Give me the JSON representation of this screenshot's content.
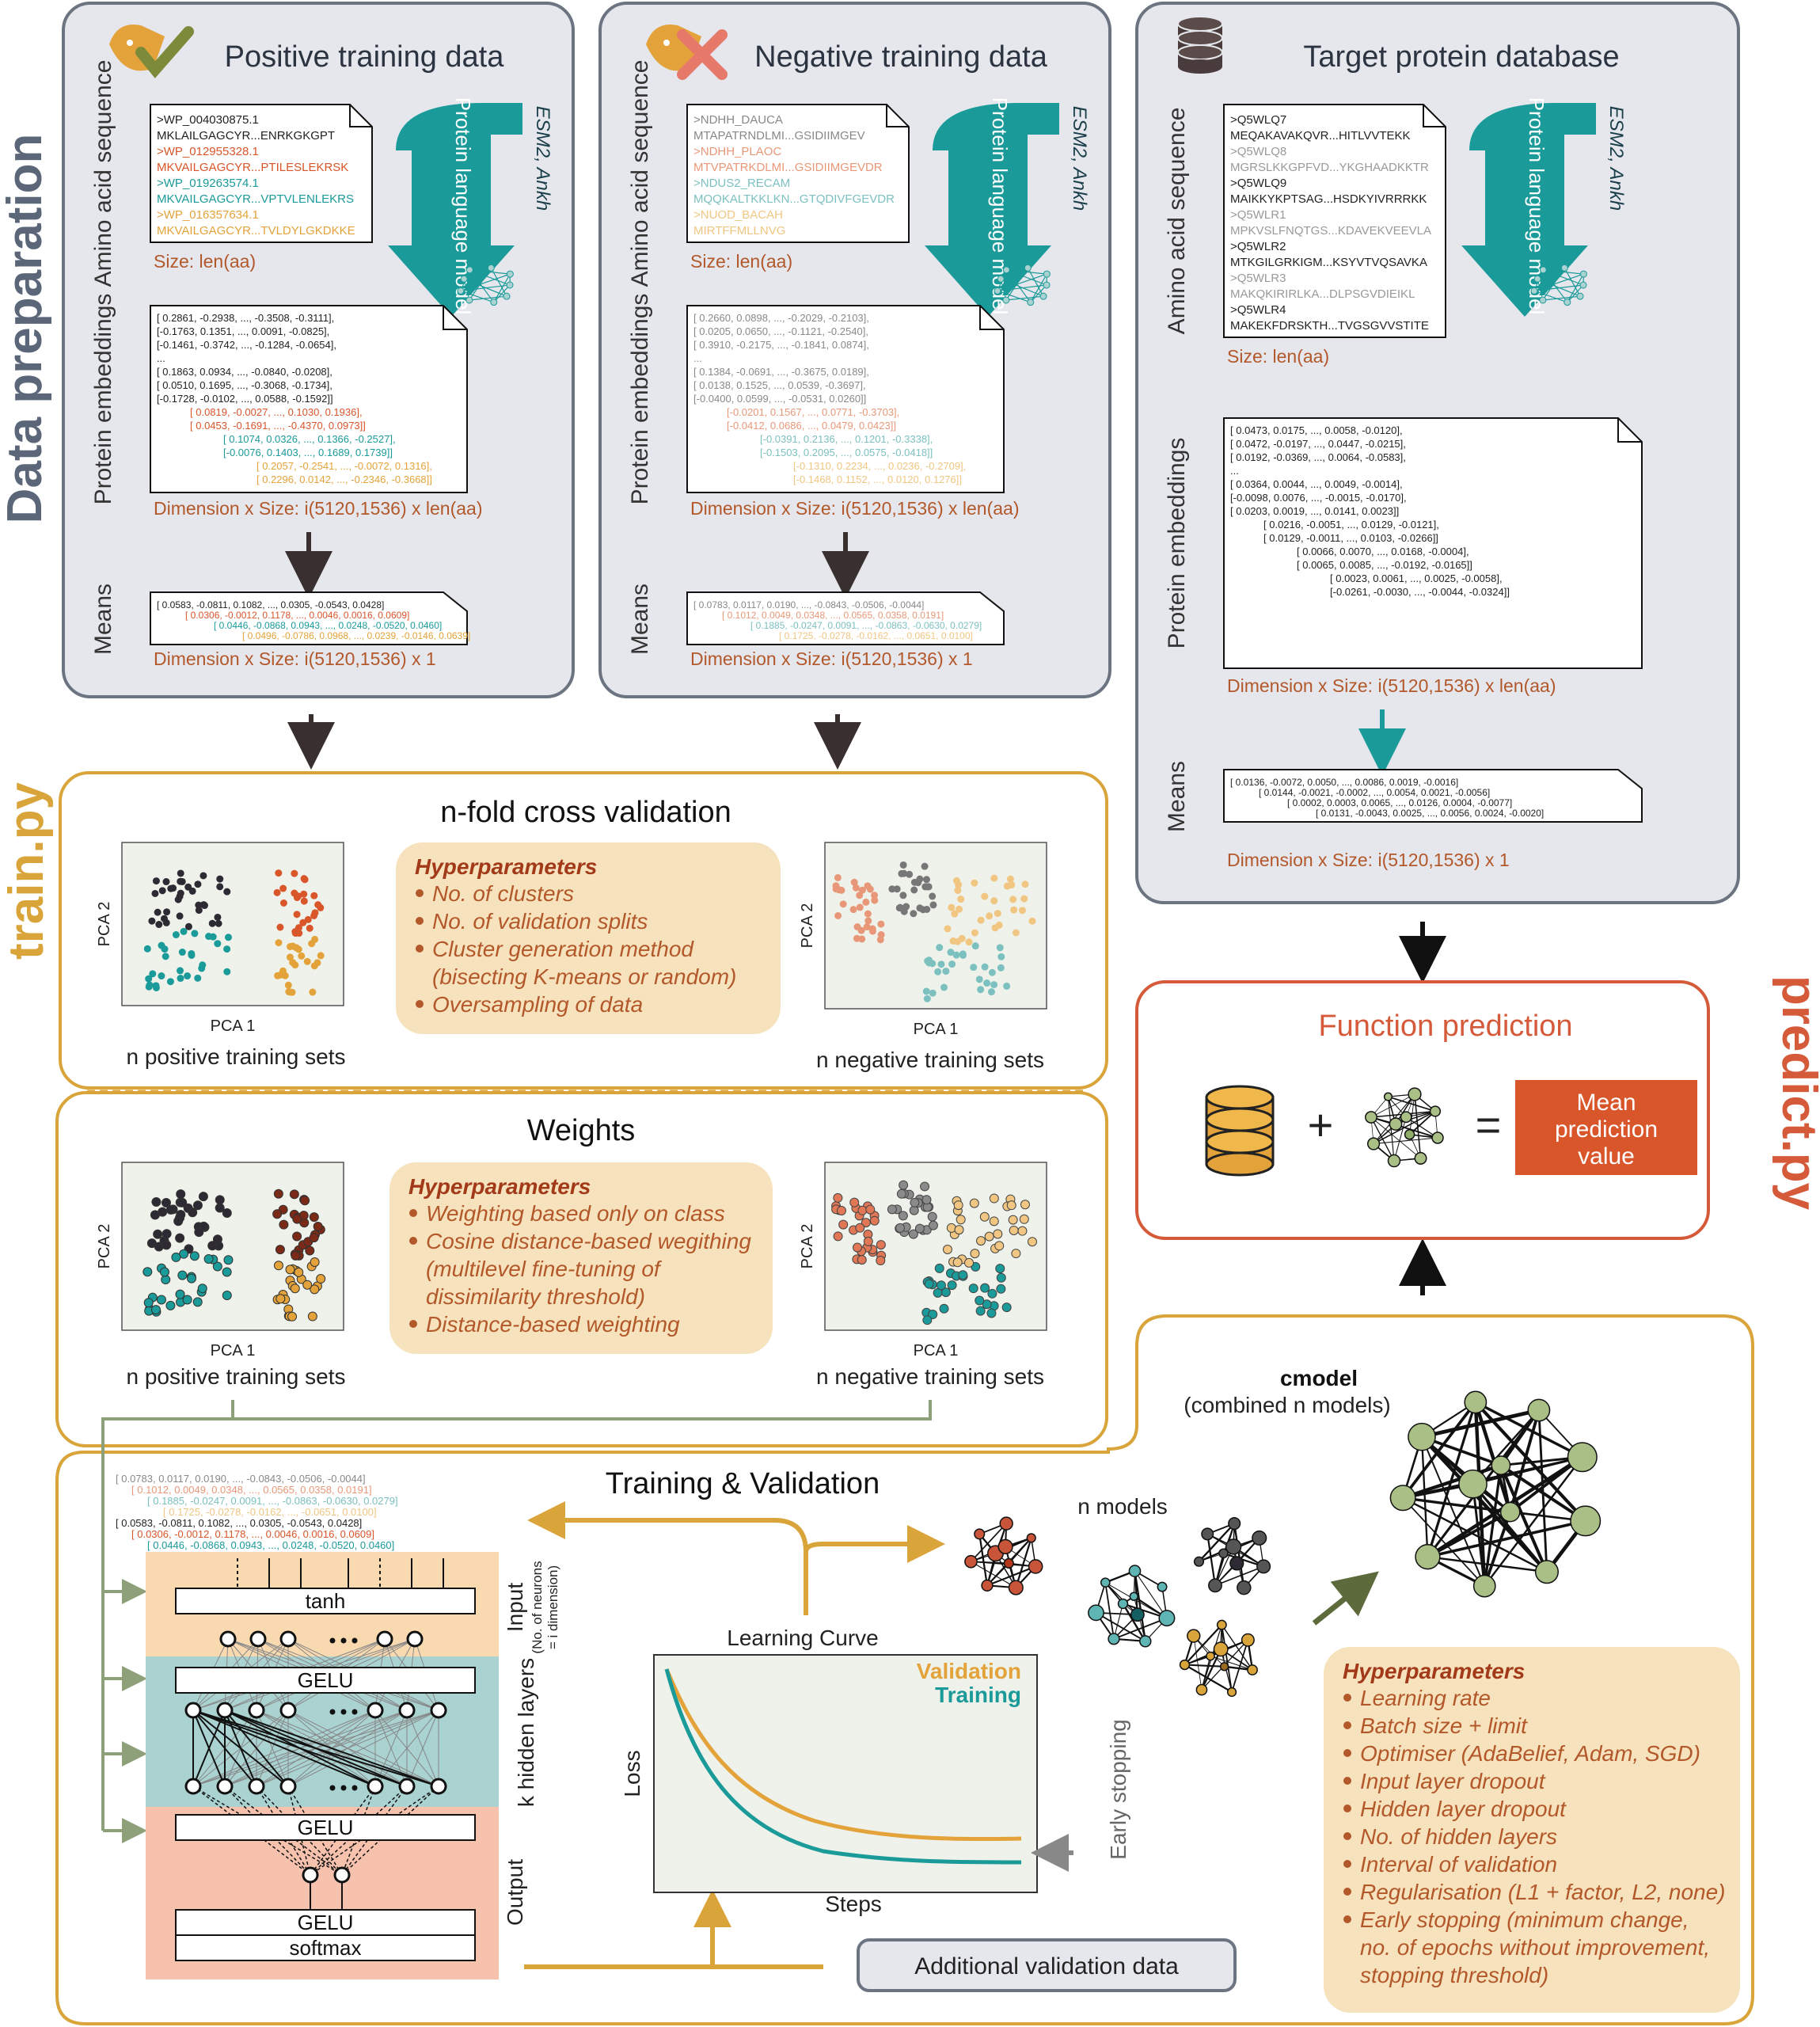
{
  "side_labels": {
    "data_prep": "Data preparation",
    "train": "train.py",
    "predict": "predict.py"
  },
  "panels": {
    "positive": {
      "title": "Positive training data",
      "row_seq": "Amino acid sequence",
      "row_emb": "Protein embeddings",
      "row_means": "Means",
      "size": "Size: len(aa)",
      "dim_emb": "Dimension x Size: i(5120,1536) x len(aa)",
      "dim_means": "Dimension x Size: i(5120,1536) x 1",
      "plm": "Protein language model",
      "plm_names": "ESM2, Ankh",
      "seqs": [
        {
          "t": ">WP_004030875.1",
          "c": "#222"
        },
        {
          "t": "MKLAILGAGCYR...ENRKGKGPT",
          "c": "#222"
        },
        {
          "t": ">WP_012955328.1",
          "c": "#d9552a"
        },
        {
          "t": "MKVAILGAGCYR...PTILESLEKRSK",
          "c": "#d9552a"
        },
        {
          "t": ">WP_019263574.1",
          "c": "#1a9a99"
        },
        {
          "t": "MKVAILGAGCYR...VPTVLENLEKRS",
          "c": "#1a9a99"
        },
        {
          "t": ">WP_016357634.1",
          "c": "#e3a33a"
        },
        {
          "t": "MKVAILGAGCYR...TVLDYLGKDKKE",
          "c": "#e3a33a"
        }
      ],
      "emb": [
        {
          "t": "[ 0.2861, -0.2938, ..., -0.3508, -0.3111],",
          "c": "#222",
          "i": 0
        },
        {
          "t": "[-0.1763, 0.1351, ..., 0.0091, -0.0825],",
          "c": "#222",
          "i": 0
        },
        {
          "t": "[-0.1461, -0.3742, ..., -0.1284, -0.0654],",
          "c": "#222",
          "i": 0
        },
        {
          "t": "...",
          "c": "#222",
          "i": 0
        },
        {
          "t": "[ 0.1863, 0.0934, ..., -0.0840, -0.0208],",
          "c": "#222",
          "i": 0
        },
        {
          "t": "[ 0.0510, 0.1695, ..., -0.3068, -0.1734],",
          "c": "#222",
          "i": 0
        },
        {
          "t": "[-0.1728, -0.0102, ..., 0.0588, -0.1592]]",
          "c": "#222",
          "i": 0
        },
        {
          "t": "[ 0.0819, -0.0027, ..., 0.1030, 0.1936],",
          "c": "#d9552a",
          "i": 1
        },
        {
          "t": "[ 0.0453, -0.1691, ..., -0.4370, 0.0973]]",
          "c": "#d9552a",
          "i": 1
        },
        {
          "t": "[ 0.1074, 0.0326, ..., 0.1366, -0.2527],",
          "c": "#1a9a99",
          "i": 2
        },
        {
          "t": "[-0.0076, 0.1403, ..., 0.1689, 0.1739]]",
          "c": "#1a9a99",
          "i": 2
        },
        {
          "t": "[ 0.2057, -0.2541, ..., -0.0072, 0.1316],",
          "c": "#e3a33a",
          "i": 3
        },
        {
          "t": "[ 0.2296, 0.0142, ..., -0.2346, -0.3668]]",
          "c": "#e3a33a",
          "i": 3
        }
      ],
      "means": [
        {
          "t": "[ 0.0583, -0.0811, 0.1082, ..., 0.0305, -0.0543, 0.0428]",
          "c": "#222",
          "i": 0
        },
        {
          "t": "[ 0.0306, -0.0012, 0.1178, ..., 0.0046, 0.0016, 0.0609]",
          "c": "#d9552a",
          "i": 1
        },
        {
          "t": "[ 0.0446, -0.0868, 0.0943, ..., 0.0248, -0.0520, 0.0460]",
          "c": "#1a9a99",
          "i": 2
        },
        {
          "t": "[ 0.0496, -0.0786, 0.0968, ..., 0.0239, -0.0146, 0.0639]",
          "c": "#e3a33a",
          "i": 3
        }
      ]
    },
    "negative": {
      "title": "Negative training data",
      "row_seq": "Amino acid sequence",
      "row_emb": "Protein embeddings",
      "row_means": "Means",
      "size": "Size: len(aa)",
      "dim_emb": "Dimension x Size: i(5120,1536) x len(aa)",
      "dim_means": "Dimension x Size: i(5120,1536) x 1",
      "plm": "Protein language model",
      "plm_names": "ESM2, Ankh",
      "seqs": [
        {
          "t": ">NDHH_DAUCA",
          "c": "#888"
        },
        {
          "t": "MTAPATRNDLMI...GSIDIIMGEV",
          "c": "#888"
        },
        {
          "t": ">NDHH_PLAOC",
          "c": "#e89878"
        },
        {
          "t": "MTVPATRKDLMI...GSIDIIMGEVDR",
          "c": "#e89878"
        },
        {
          "t": ">NDUS2_RECAM",
          "c": "#7cc0c0"
        },
        {
          "t": "MQQKALTKKLKN...GTQDIVFGEVDR",
          "c": "#7cc0c0"
        },
        {
          "t": ">NUOD_BACAH",
          "c": "#f0c682"
        },
        {
          "t": "MIRTFFMLLNVG",
          "c": "#f0c682"
        }
      ],
      "emb": [
        {
          "t": "[ 0.2660, 0.0898, ..., -0.2029, -0.2103],",
          "c": "#888",
          "i": 0
        },
        {
          "t": "[ 0.0205, 0.0650, ..., -0.1121, -0.2540],",
          "c": "#888",
          "i": 0
        },
        {
          "t": "[ 0.3910, -0.2175, ..., -0.1841, 0.0874],",
          "c": "#888",
          "i": 0
        },
        {
          "t": "...",
          "c": "#888",
          "i": 0
        },
        {
          "t": "[ 0.1384, -0.0691, ..., -0.3675, 0.0189],",
          "c": "#888",
          "i": 0
        },
        {
          "t": "[ 0.0138, 0.1525, ..., 0.0539, -0.3697],",
          "c": "#888",
          "i": 0
        },
        {
          "t": "[-0.0400, 0.0599, ..., -0.0531, 0.0260]]",
          "c": "#888",
          "i": 0
        },
        {
          "t": "[-0.0201, 0.1567, ..., 0.0771, -0.3703],",
          "c": "#e89878",
          "i": 1
        },
        {
          "t": "[-0.0412, 0.0686, ..., 0.0479, 0.0423]]",
          "c": "#e89878",
          "i": 1
        },
        {
          "t": "[-0.0391, 0.2136, ..., 0.1201, -0.3338],",
          "c": "#7cc0c0",
          "i": 2
        },
        {
          "t": "[-0.1503, 0.2095, ..., 0.0575, -0.0418]]",
          "c": "#7cc0c0",
          "i": 2
        },
        {
          "t": "[-0.1310, 0.2234, ..., 0.0236, -0.2709],",
          "c": "#f0c682",
          "i": 3
        },
        {
          "t": "[-0.1468, 0.1152, ..., 0.0120, 0.1276]]",
          "c": "#f0c682",
          "i": 3
        }
      ],
      "means": [
        {
          "t": "[ 0.0783, 0.0117, 0.0190, ..., -0.0843, -0.0506, -0.0044]",
          "c": "#888",
          "i": 0
        },
        {
          "t": "[ 0.1012, 0.0049, 0.0348, ..., 0.0565, 0.0358, 0.0191]",
          "c": "#e89878",
          "i": 1
        },
        {
          "t": "[ 0.1885, -0.0247, 0.0091, ..., -0.0863, -0.0630, 0.0279]",
          "c": "#7cc0c0",
          "i": 2
        },
        {
          "t": "[ 0.1725, -0.0278, -0.0162, ..., 0.0651, 0.0100]",
          "c": "#f0c682",
          "i": 3
        }
      ]
    },
    "target": {
      "title": "Target protein database",
      "row_seq": "Amino acid sequence",
      "row_emb": "Protein embeddings",
      "row_means": "Means",
      "size": "Size: len(aa)",
      "dim_emb": "Dimension x Size: i(5120,1536) x len(aa)",
      "dim_means": "Dimension x Size: i(5120,1536) x 1",
      "plm": "Protein language model",
      "plm_names": "ESM2, Ankh",
      "seqs": [
        {
          "t": ">Q5WLQ7",
          "c": "#222"
        },
        {
          "t": "MEQAKAVAKQVR...HITLVVTEKK",
          "c": "#222"
        },
        {
          "t": ">Q5WLQ8",
          "c": "#999"
        },
        {
          "t": "MGRSLKKGPFVD...YKGHAADKKTR",
          "c": "#999"
        },
        {
          "t": ">Q5WLQ9",
          "c": "#222"
        },
        {
          "t": "MAIKKYKPTSAG...HSDKYIVRRRKK",
          "c": "#222"
        },
        {
          "t": ">Q5WLR1",
          "c": "#999"
        },
        {
          "t": "MPKVSLFNQTGS...KDAVEKVEEVLA",
          "c": "#999"
        },
        {
          "t": ">Q5WLR2",
          "c": "#222"
        },
        {
          "t": "MTKGILGRKIGM...KSYVTVQSAVKA",
          "c": "#222"
        },
        {
          "t": ">Q5WLR3",
          "c": "#999"
        },
        {
          "t": "MAKQKIRIRLKA...DLPSGVDIEIKL",
          "c": "#999"
        },
        {
          "t": ">Q5WLR4",
          "c": "#222"
        },
        {
          "t": "MAKEKFDRSKTH...TVGSGVVSTITE",
          "c": "#222"
        }
      ],
      "emb": [
        {
          "t": "[ 0.0473, 0.0175, ..., 0.0058, -0.0120],",
          "c": "#222",
          "i": 0
        },
        {
          "t": "[ 0.0472, -0.0197, ..., 0.0447, -0.0215],",
          "c": "#222",
          "i": 0
        },
        {
          "t": "[ 0.0192, -0.0369, ..., 0.0064, -0.0583],",
          "c": "#222",
          "i": 0
        },
        {
          "t": "...",
          "c": "#222",
          "i": 0
        },
        {
          "t": "[ 0.0364, 0.0044, ..., 0.0049, -0.0014],",
          "c": "#222",
          "i": 0
        },
        {
          "t": "[-0.0098, 0.0076, ..., -0.0015, -0.0170],",
          "c": "#222",
          "i": 0
        },
        {
          "t": "[ 0.0203, 0.0019, ..., 0.0141, 0.0023]]",
          "c": "#222",
          "i": 0
        },
        {
          "t": "[ 0.0216, -0.0051, ..., 0.0129, -0.0121],",
          "c": "#222",
          "i": 1
        },
        {
          "t": "[ 0.0129, -0.0011, ..., 0.0103, -0.0266]]",
          "c": "#222",
          "i": 1
        },
        {
          "t": "[ 0.0066, 0.0070, ..., 0.0168, -0.0004],",
          "c": "#222",
          "i": 2
        },
        {
          "t": "[ 0.0065, 0.0085, ..., -0.0192, -0.0165]]",
          "c": "#222",
          "i": 2
        },
        {
          "t": "[ 0.0023, 0.0061, ..., 0.0025, -0.0058],",
          "c": "#222",
          "i": 3
        },
        {
          "t": "[-0.0261, -0.0030, ..., -0.0044, -0.0324]]",
          "c": "#222",
          "i": 3
        }
      ],
      "means": [
        {
          "t": "[ 0.0136, -0.0072, 0.0050, ..., 0.0086, 0.0019, -0.0016]",
          "c": "#222",
          "i": 0
        },
        {
          "t": "[ 0.0144, -0.0021, -0.0002, ..., 0.0054, 0.0021, -0.0056]",
          "c": "#222",
          "i": 1
        },
        {
          "t": "[ 0.0002, 0.0003, 0.0065, ..., 0.0126, 0.0004, -0.0077]",
          "c": "#222",
          "i": 2
        },
        {
          "t": "[ 0.0131, -0.0043, 0.0025, ..., 0.0056, 0.0024, -0.0020]",
          "c": "#222",
          "i": 3
        }
      ]
    }
  },
  "cv": {
    "title": "n-fold cross validation",
    "hp_title": "Hyperparameters",
    "hp_items": [
      "No. of clusters",
      "No. of validation splits",
      "Cluster generation method",
      "(bisecting K-means or random)",
      "Oversampling of data"
    ],
    "pos_label": "n positive training sets",
    "neg_label": "n negative training sets",
    "axis_x": "PCA 1",
    "axis_y": "PCA 2"
  },
  "weights": {
    "title": "Weights",
    "hp_title": "Hyperparameters",
    "hp_items": [
      "Weighting based only on class",
      "Cosine distance-based wegithing",
      "(multilevel fine-tuning of",
      "dissimilarity threshold)",
      "Distance-based weighting"
    ],
    "pos_label": "n positive training sets",
    "neg_label": "n negative training sets",
    "axis_x": "PCA 1",
    "axis_y": "PCA 2"
  },
  "training": {
    "title": "Training & Validation",
    "layer_tanh": "tanh",
    "layer_gelu": "GELU",
    "layer_softmax": "softmax",
    "input_label": "Input",
    "input_sub1": "(No. of neurons",
    "input_sub2": "= i dimension)",
    "hidden_label": "k hidden layers",
    "output_label": "Output",
    "curve_title": "Learning Curve",
    "legend_val": "Validation",
    "legend_train": "Training",
    "axis_loss": "Loss",
    "axis_steps": "Steps",
    "early_stop": "Early stopping",
    "additional": "Additional validation data",
    "n_models": "n models",
    "cmodel": "cmodel",
    "cmodel_sub": "(combined n models)",
    "hp_title": "Hyperparameters",
    "hp_items": [
      "Learning rate",
      "Batch size + limit",
      "Optimiser (AdaBelief, Adam, SGD)",
      "Input layer dropout",
      "Hidden layer dropout",
      "No. of hidden layers",
      "Interval of validation",
      "Regularisation (L1 + factor, L2, none)",
      "Early stopping (minimum change,",
      "no. of epochs without improvement,",
      "stopping threshold)"
    ],
    "vectors": [
      {
        "t": "[ 0.0783, 0.0117, 0.0190, ..., -0.0843, -0.0506, -0.0044]",
        "c": "#888"
      },
      {
        "t": "[ 0.1012, 0.0049, 0.0348, ..., 0.0565, 0.0358, 0.0191]",
        "c": "#e89878"
      },
      {
        "t": "[ 0.1885, -0.0247, 0.0091, ..., -0.0863, -0.0630, 0.0279]",
        "c": "#7cc0c0"
      },
      {
        "t": "[ 0.1725, -0.0278, -0.0162, ..., -0.0651, 0.0100]",
        "c": "#f0c682"
      },
      {
        "t": "[ 0.0583, -0.0811, 0.1082, ..., 0.0305, -0.0543, 0.0428]",
        "c": "#222"
      },
      {
        "t": "[ 0.0306, -0.0012, 0.1178, ..., 0.0046, 0.0016, 0.0609]",
        "c": "#d9552a"
      },
      {
        "t": "[ 0.0446, -0.0868, 0.0943, ..., 0.0248, -0.0520, 0.0460]",
        "c": "#1a9a99"
      },
      {
        "t": "[ 0.0496, -0.0786, 0.0968, ..., 0.0239, -0.0146, 0.0639]",
        "c": "#e3a33a"
      }
    ]
  },
  "predict": {
    "title": "Function prediction",
    "plus": "+",
    "equals": "=",
    "result": [
      "Mean",
      "prediction",
      "value"
    ]
  },
  "colors": {
    "grey_panel": "#e5e7ec",
    "grey_border": "#6b7480",
    "orange_border": "#d9a43a",
    "red_border": "#d55a3a",
    "teal": "#1a9a99",
    "red": "#d9552a",
    "gold": "#e3a33a",
    "hp_fill": "#f6e2bc",
    "hp_text": "#b3582a"
  }
}
